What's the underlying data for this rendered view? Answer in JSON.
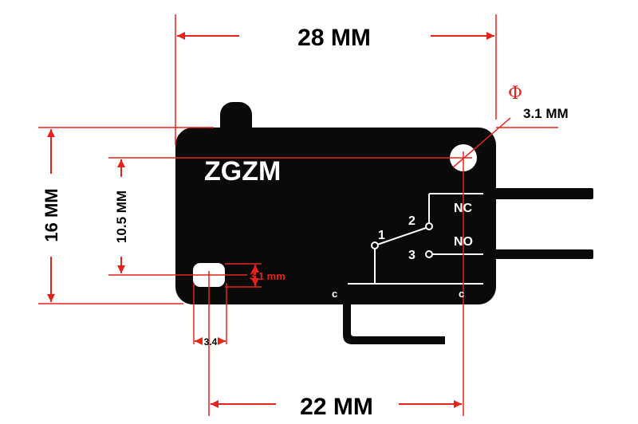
{
  "brand": "ZGZM",
  "dimensions": {
    "overall_width": "28 MM",
    "hole_spacing": "22  MM",
    "body_height": "16 MM",
    "hole_height": "10.5 MM",
    "mount_hole_diameter": "3.1 MM",
    "slot_height": "3.1 mm",
    "slot_width": "3.4"
  },
  "diameter_symbol": "Φ",
  "terminals": {
    "nc_label": "NC",
    "no_label": "NO",
    "common_label": "c",
    "common_label_right": "c",
    "pin_1": "1",
    "pin_2": "2",
    "pin_3": "3"
  },
  "colors": {
    "dimension_red": "#e8221b",
    "body": "#0a0a0a",
    "text_white": "#ffffff"
  }
}
